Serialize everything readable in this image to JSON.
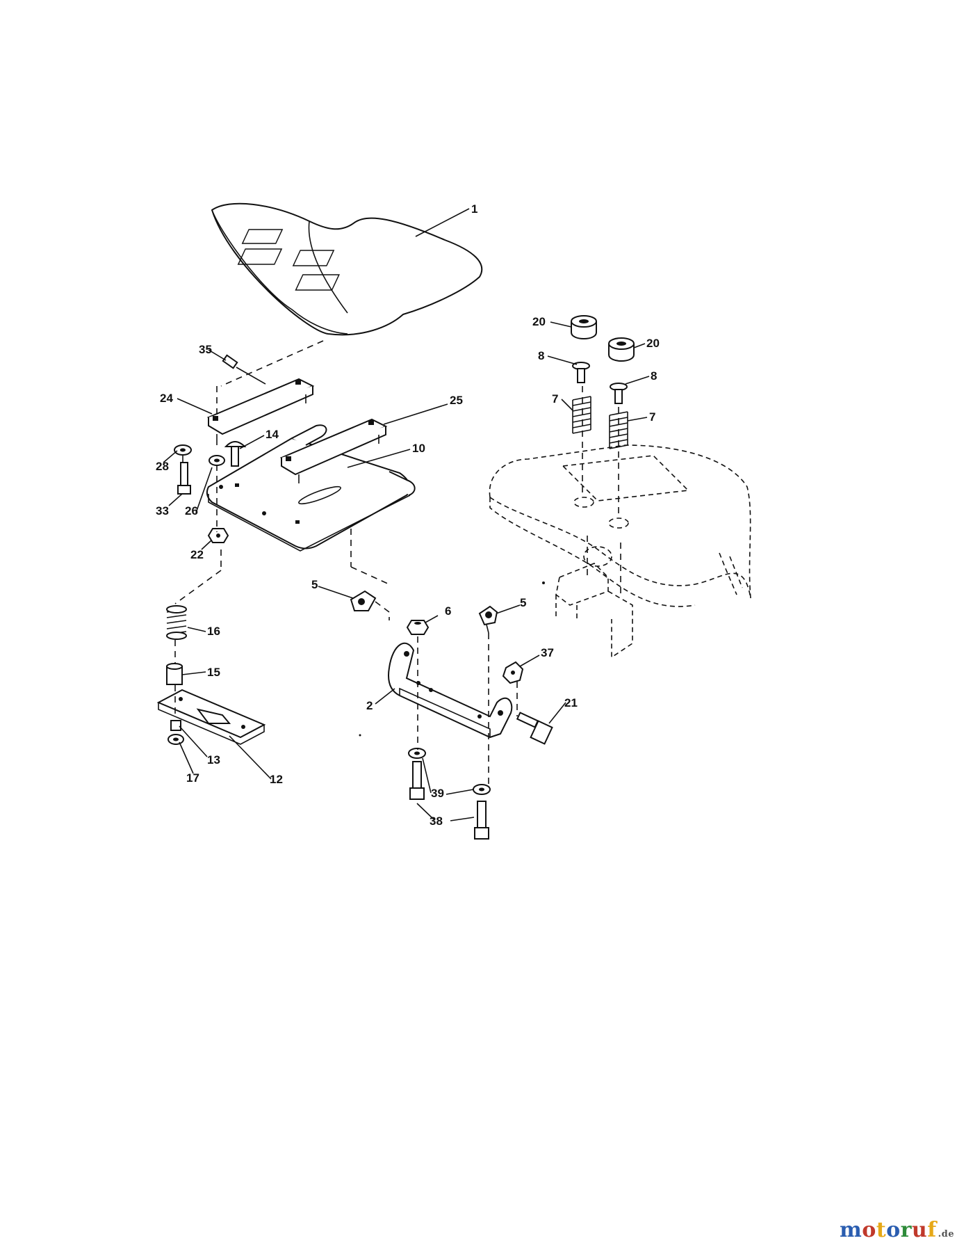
{
  "diagram": {
    "callouts": [
      "1",
      "20",
      "20",
      "35",
      "8",
      "8",
      "24",
      "25",
      "7",
      "7",
      "10",
      "14",
      "28",
      "33",
      "26",
      "22",
      "5",
      "6",
      "5",
      "16",
      "37",
      "15",
      "21",
      "2",
      "13",
      "17",
      "12",
      "39",
      "38"
    ]
  },
  "brand": {
    "letters": [
      "m",
      "o",
      "t",
      "o",
      "r",
      "u",
      "f"
    ],
    "letter_colors": [
      "#2a5db0",
      "#c0392b",
      "#e6a817",
      "#2a5db0",
      "#2e8b3a",
      "#c0392b",
      "#e6a817"
    ],
    "tld": ".de"
  }
}
